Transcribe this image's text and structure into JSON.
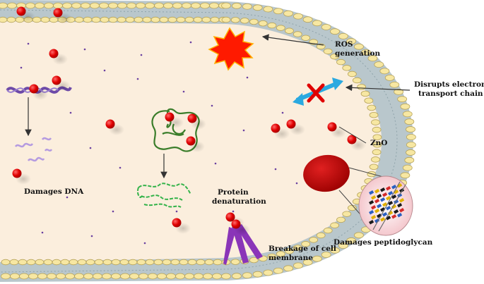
{
  "labels": {
    "ros": [
      "ROS",
      "generation"
    ],
    "electron": [
      "Disrupts  electron",
      "transport  chain"
    ],
    "zno": "ZnO",
    "dna": "Damages DNA",
    "protein": [
      "Protein",
      "denaturation"
    ],
    "breakage": [
      "Breakage of cell",
      "membrane"
    ],
    "peptidoglycan": "Damages peptidoglycan"
  },
  "colors": {
    "cytoplasm": "#fbeedd",
    "lipid_head": "#f7e7a2",
    "lipid_head_stroke": "#b6a35a",
    "membrane_core": "#b9c7cc",
    "nanoparticle": "#e00000",
    "ros_burst": "#ff1a00",
    "electron_arrow": "#2aa9e0",
    "dna": "#6d4aa8",
    "protein_folded": "#3a7d2a",
    "protein_unfolded": "#34b34a",
    "spike": "#8a35b8",
    "peptidoglycan_blob": "#c50000"
  }
}
